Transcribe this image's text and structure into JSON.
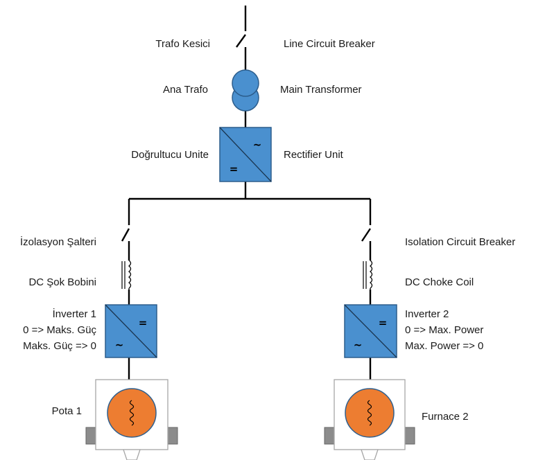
{
  "labels": {
    "line_breaker_tr": "Trafo Kesici",
    "line_breaker_en": "Line Circuit Breaker",
    "main_transformer_tr": "Ana Trafo",
    "main_transformer_en": "Main Transformer",
    "rectifier_tr": "Doğrultucu Unite",
    "rectifier_en": "Rectifier Unit",
    "isolation_tr": "İzolasyon Şalteri",
    "isolation_en": "Isolation Circuit Breaker",
    "choke_tr": "DC Şok Bobini",
    "choke_en": "DC Choke Coil",
    "inverter1_name": "İnverter 1",
    "inverter1_line2": "0 => Maks. Güç",
    "inverter1_line3": "Maks. Güç => 0",
    "inverter2_name": "Inverter 2",
    "inverter2_line2": "0 => Max. Power",
    "inverter2_line3": "Max. Power => 0",
    "furnace1": "Pota 1",
    "furnace2": "Furnace 2"
  },
  "symbols": {
    "ac": "~",
    "dc": "="
  },
  "colors": {
    "converter_fill": "#4a90cf",
    "transformer_fill": "#4a90cf",
    "heater_fill": "#ed7d31",
    "wire": "#000000",
    "frame": "#a6a6a6"
  },
  "icons": [
    "circuit-breaker",
    "transformer",
    "rectifier",
    "choke-coil",
    "inverter",
    "induction-furnace"
  ]
}
